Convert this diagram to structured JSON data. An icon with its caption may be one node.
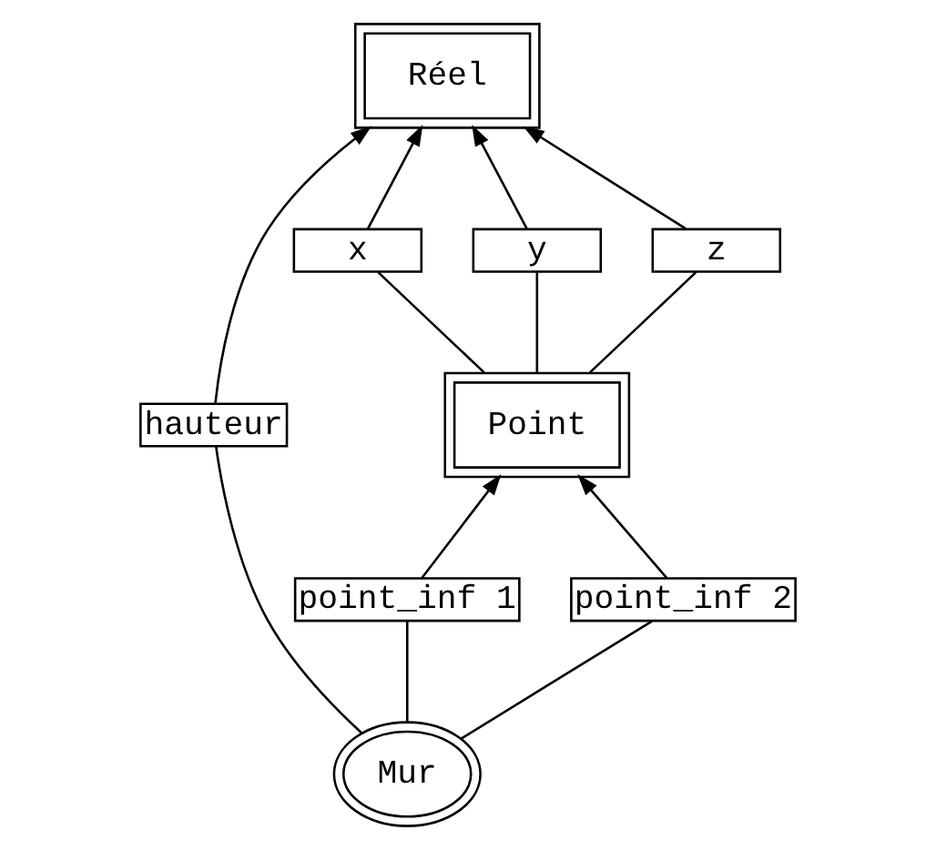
{
  "diagram": {
    "nodes": [
      {
        "text": [
          "Réel"
        ]
      },
      {
        "text": [
          "x"
        ]
      },
      {
        "text": [
          "y"
        ]
      },
      {
        "text": [
          "z"
        ]
      },
      {
        "text": [
          "Point"
        ]
      },
      {
        "text": [
          "hauteur"
        ]
      },
      {
        "text": [
          "point_inf 1"
        ]
      },
      {
        "text": [
          "point_inf 2"
        ]
      },
      {
        "text": [
          "Mur"
        ]
      }
    ],
    "edges": [
      {
        "from": 4,
        "to": 1,
        "arrow": "none"
      },
      {
        "from": 1,
        "to": 0,
        "arrow": "to"
      },
      {
        "from": 4,
        "to": 2,
        "arrow": "none"
      },
      {
        "from": 2,
        "to": 0,
        "arrow": "to"
      },
      {
        "from": 4,
        "to": 3,
        "arrow": "none"
      },
      {
        "from": 3,
        "to": 0,
        "arrow": "to"
      },
      {
        "from": 8,
        "to": 5,
        "arrow": "none"
      },
      {
        "from": 5,
        "to": 0,
        "arrow": "to"
      },
      {
        "from": 8,
        "to": 6,
        "arrow": "none"
      },
      {
        "from": 6,
        "to": 4,
        "arrow": "to"
      },
      {
        "from": 8,
        "to": 7,
        "arrow": "none"
      },
      {
        "from": 7,
        "to": 4,
        "arrow": "to"
      }
    ]
  }
}
